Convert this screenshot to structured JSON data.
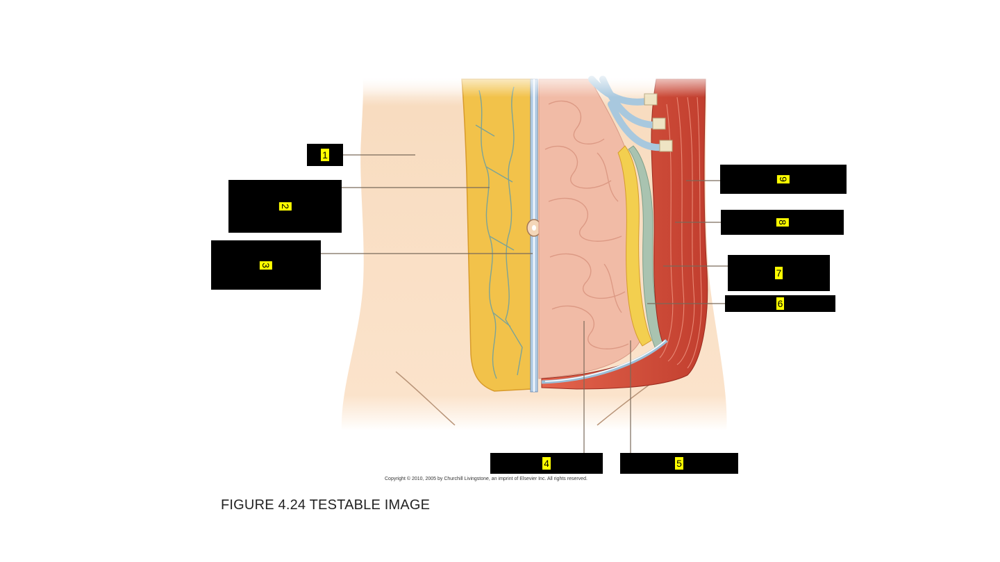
{
  "figure": {
    "caption": "FIGURE 4.24 TESTABLE IMAGE",
    "copyright": "Copyright © 2010, 2005 by Churchill Livingstone, an imprint of Elsevier Inc. All rights reserved."
  },
  "labels": [
    {
      "id": "1",
      "text": "1"
    },
    {
      "id": "2",
      "text": "2"
    },
    {
      "id": "3",
      "text": "3"
    },
    {
      "id": "4",
      "text": "4"
    },
    {
      "id": "5",
      "text": "5"
    },
    {
      "id": "6",
      "text": "6"
    },
    {
      "id": "7",
      "text": "7"
    },
    {
      "id": "8",
      "text": "8"
    },
    {
      "id": "9",
      "text": "9"
    }
  ],
  "colors": {
    "skin": "#f8dcc0",
    "fat": "#f2c24a",
    "vessel": "#6fa0a0",
    "fascia": "#9bbfd8",
    "intestine": "#f1bba6",
    "muscle": "#d8503c",
    "rib_cartilage": "#a8c8de",
    "label_box": "#000000",
    "label_highlight": "#ffff00"
  }
}
